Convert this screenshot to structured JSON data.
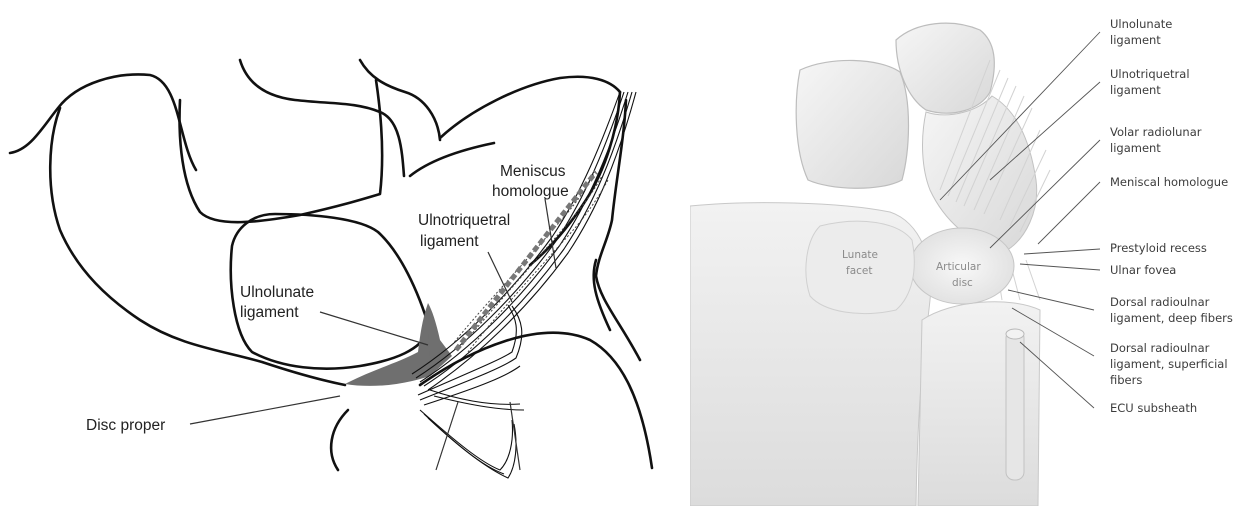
{
  "left_diagram": {
    "labels": {
      "meniscus_line1": "Meniscus",
      "meniscus_line2": "homologue",
      "ulnotriquetral_line1": "Ulnotriquetral",
      "ulnotriquetral_line2": "ligament",
      "ulnolunate_line1": "Ulnolunate",
      "ulnolunate_line2": "ligament",
      "disc_proper": "Disc proper"
    }
  },
  "right_diagram": {
    "inner_labels": {
      "lunate_line1": "Lunate",
      "lunate_line2": "facet",
      "articular_line1": "Articular",
      "articular_line2": "disc"
    },
    "callouts": [
      {
        "lines": [
          "Ulnolunate",
          "ligament"
        ]
      },
      {
        "lines": [
          "Ulnotriquetral",
          "ligament"
        ]
      },
      {
        "lines": [
          "Volar radiolunar",
          "ligament"
        ]
      },
      {
        "lines": [
          "Meniscal homologue"
        ]
      },
      {
        "lines": [
          "Prestyloid recess"
        ]
      },
      {
        "lines": [
          "Ulnar fovea"
        ]
      },
      {
        "lines": [
          "Dorsal radioulnar",
          "ligament, deep fibers"
        ]
      },
      {
        "lines": [
          "Dorsal radioulnar",
          "ligament, superficial",
          "fibers"
        ]
      },
      {
        "lines": [
          "ECU subsheath"
        ]
      }
    ]
  },
  "colors": {
    "outline": "#111111",
    "shaded": "#6f6f6f",
    "bone_light": "#efefef",
    "bone_shadow": "#d2d2d2",
    "leader": "#555555"
  }
}
